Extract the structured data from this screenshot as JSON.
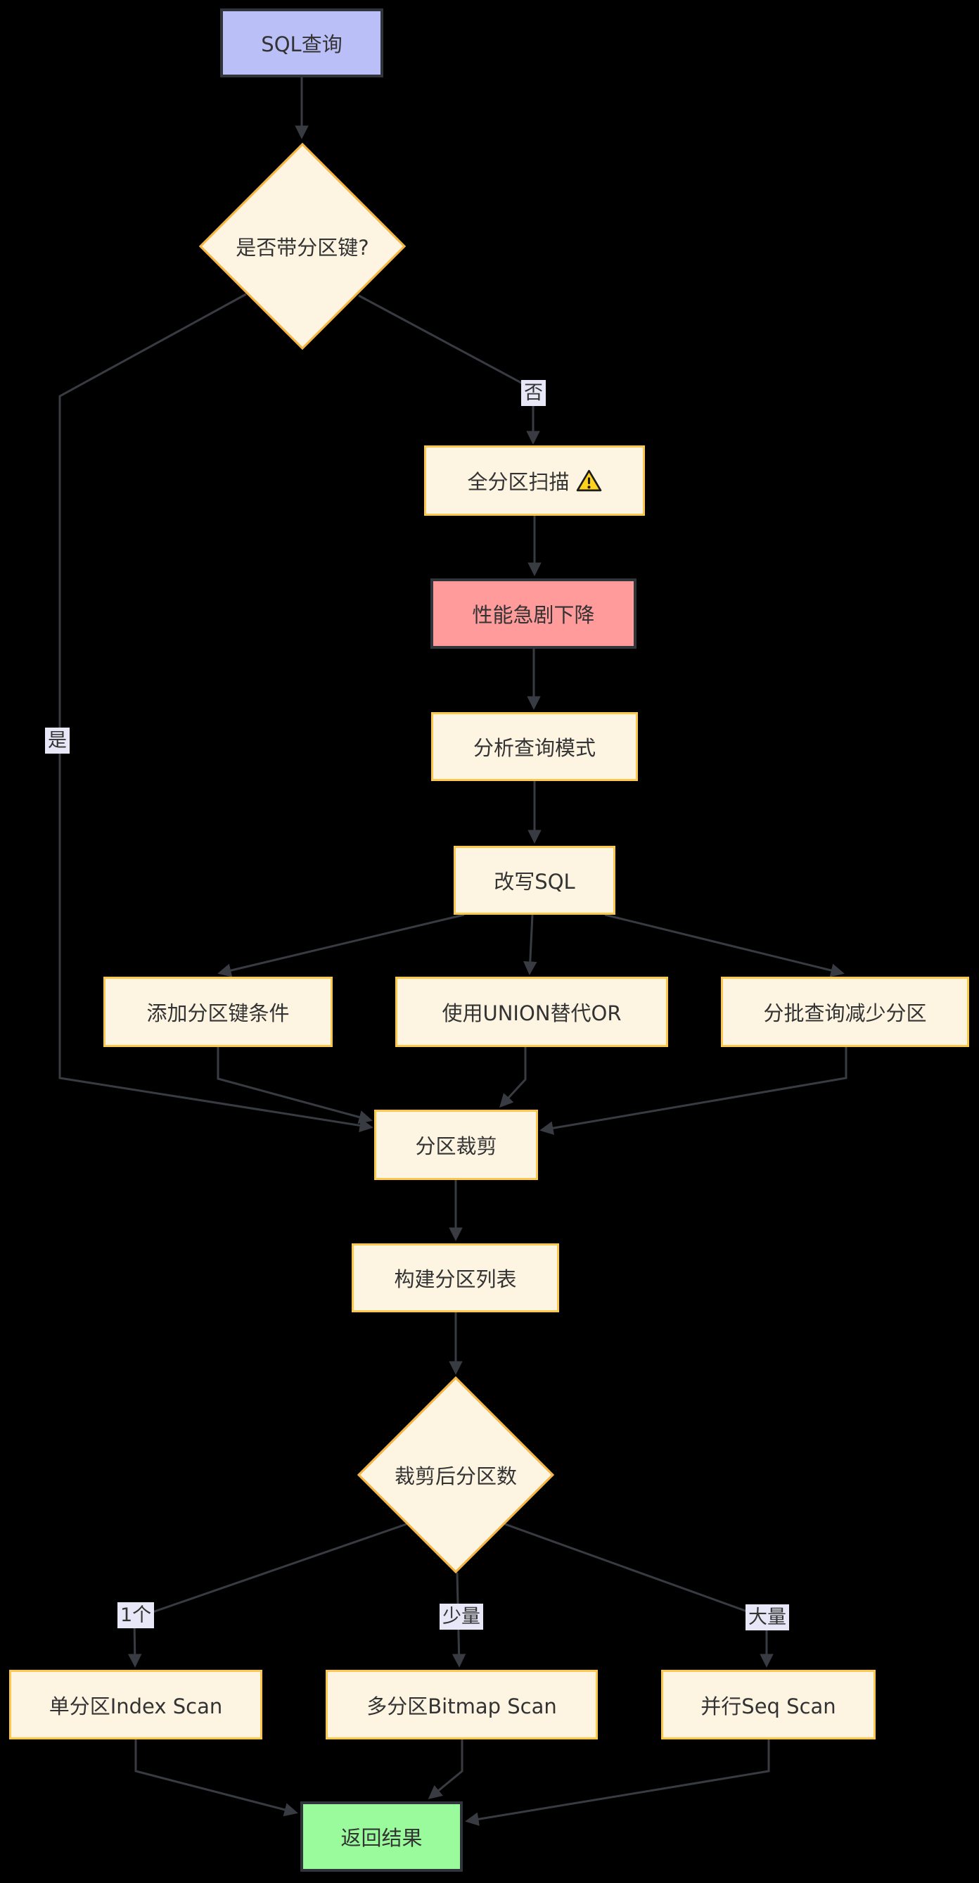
{
  "diagram": {
    "type": "flowchart-top-down",
    "background_color": "#000000",
    "colors": {
      "node_fill_cream": "#FDF5E2",
      "node_border_gold": "#FBC84C",
      "node_fill_lavender": "#BBBFF7",
      "node_fill_red": "#FF9B9B",
      "node_fill_green": "#99FB9B",
      "node_border_dark": "#2F353B",
      "edge_line": "#383C42",
      "edge_label_bg": "#E7E7F7",
      "text": "#333333",
      "warning_icon_fill": "#FFD21E"
    },
    "nodes": {
      "start": {
        "label": "SQL查询"
      },
      "check_partition_key": {
        "label": "是否带分区键?"
      },
      "full_scan": {
        "label": "全分区扫描",
        "icon": "warning-icon"
      },
      "perf_drop": {
        "label": "性能急剧下降"
      },
      "analyze_pattern": {
        "label": "分析查询模式"
      },
      "rewrite_sql": {
        "label": "改写SQL"
      },
      "add_key_cond": {
        "label": "添加分区键条件"
      },
      "union_instead_or": {
        "label": "使用UNION替代OR"
      },
      "batch_query": {
        "label": "分批查询减少分区"
      },
      "partition_prune": {
        "label": "分区裁剪"
      },
      "build_partition_list": {
        "label": "构建分区列表"
      },
      "pruned_count": {
        "label": "裁剪后分区数"
      },
      "single_index_scan": {
        "label": "单分区Index Scan"
      },
      "multi_bitmap_scan": {
        "label": "多分区Bitmap Scan"
      },
      "parallel_seq_scan": {
        "label": "并行Seq Scan"
      },
      "return_result": {
        "label": "返回结果"
      }
    },
    "edge_labels": {
      "no": "否",
      "yes": "是",
      "one": "1个",
      "few": "少量",
      "many": "大量"
    },
    "edges": [
      {
        "from": "start",
        "to": "check_partition_key",
        "label": ""
      },
      {
        "from": "check_partition_key",
        "to": "full_scan",
        "label": "否"
      },
      {
        "from": "check_partition_key",
        "to": "partition_prune",
        "label": "是"
      },
      {
        "from": "full_scan",
        "to": "perf_drop",
        "label": ""
      },
      {
        "from": "perf_drop",
        "to": "analyze_pattern",
        "label": ""
      },
      {
        "from": "analyze_pattern",
        "to": "rewrite_sql",
        "label": ""
      },
      {
        "from": "rewrite_sql",
        "to": "add_key_cond",
        "label": ""
      },
      {
        "from": "rewrite_sql",
        "to": "union_instead_or",
        "label": ""
      },
      {
        "from": "rewrite_sql",
        "to": "batch_query",
        "label": ""
      },
      {
        "from": "add_key_cond",
        "to": "partition_prune",
        "label": ""
      },
      {
        "from": "union_instead_or",
        "to": "partition_prune",
        "label": ""
      },
      {
        "from": "batch_query",
        "to": "partition_prune",
        "label": ""
      },
      {
        "from": "partition_prune",
        "to": "build_partition_list",
        "label": ""
      },
      {
        "from": "build_partition_list",
        "to": "pruned_count",
        "label": ""
      },
      {
        "from": "pruned_count",
        "to": "single_index_scan",
        "label": "1个"
      },
      {
        "from": "pruned_count",
        "to": "multi_bitmap_scan",
        "label": "少量"
      },
      {
        "from": "pruned_count",
        "to": "parallel_seq_scan",
        "label": "大量"
      },
      {
        "from": "single_index_scan",
        "to": "return_result",
        "label": ""
      },
      {
        "from": "multi_bitmap_scan",
        "to": "return_result",
        "label": ""
      },
      {
        "from": "parallel_seq_scan",
        "to": "return_result",
        "label": ""
      }
    ]
  }
}
